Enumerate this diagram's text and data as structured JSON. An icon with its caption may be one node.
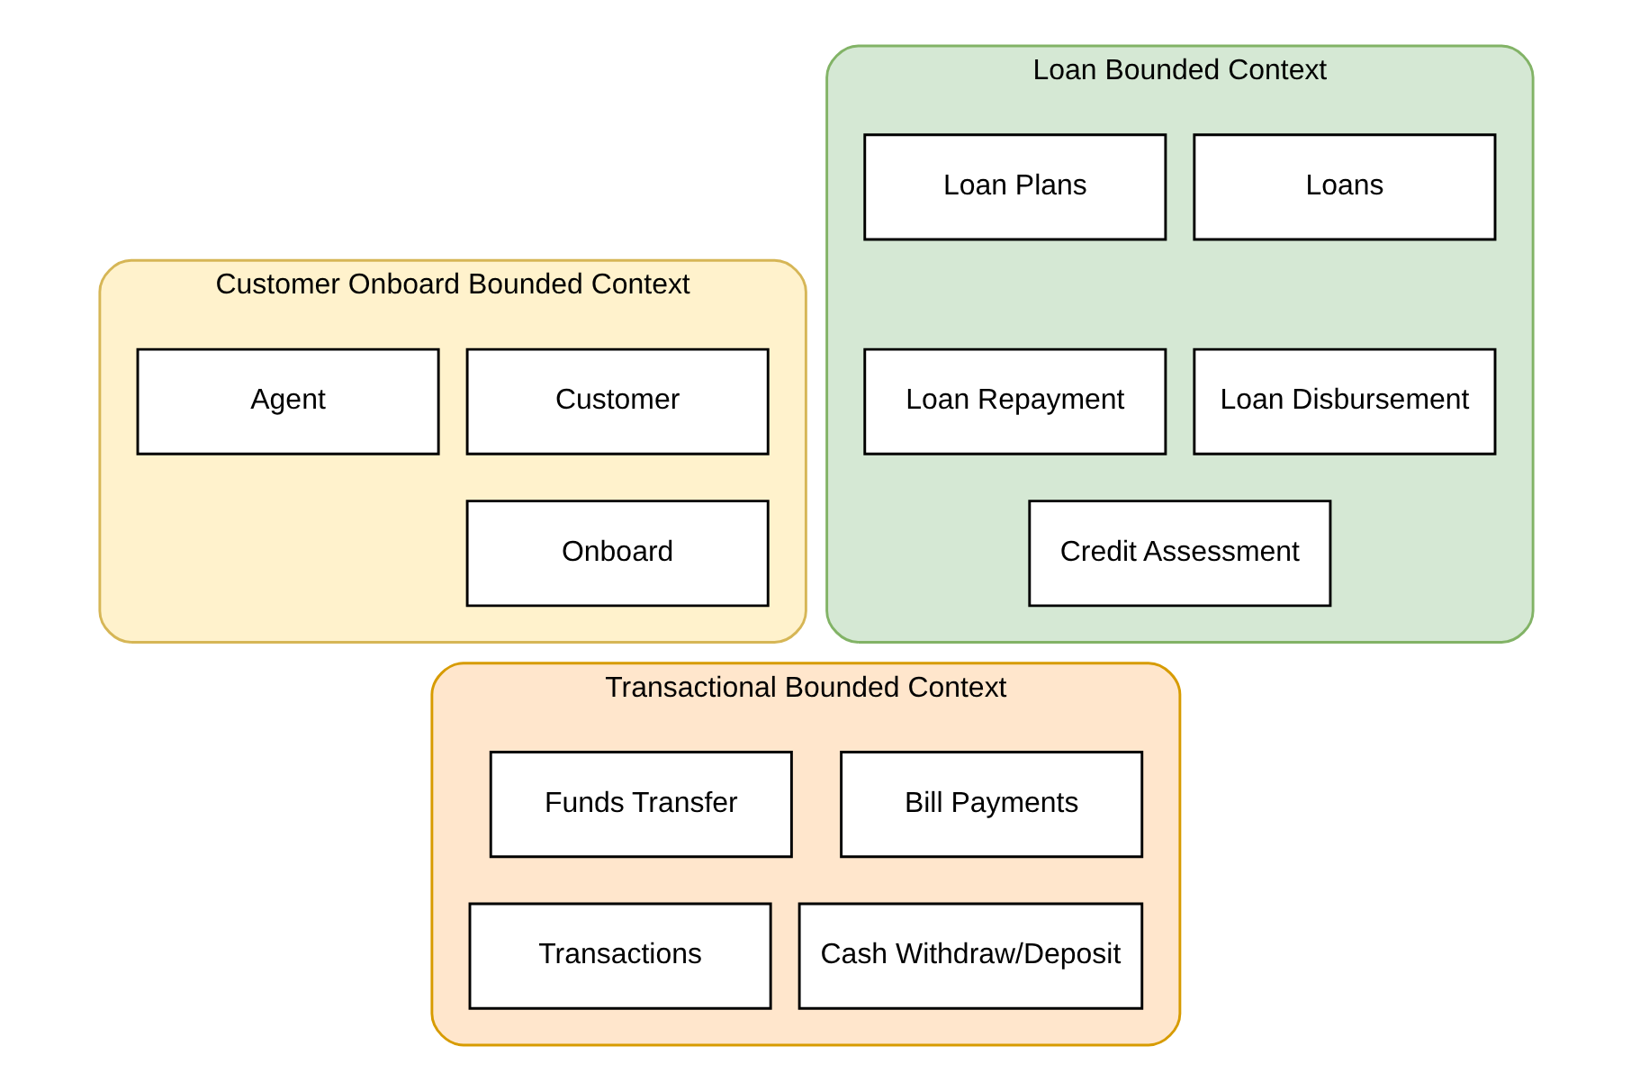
{
  "diagram": {
    "nodes": [
      {
        "text": [
          "Customer Onboard Bounded Context"
        ]
      },
      {
        "text": [
          "Customer"
        ],
        "in": 0
      },
      {
        "text": [
          "Agent"
        ],
        "in": 0
      },
      {
        "text": [
          "Onboard"
        ],
        "in": 0
      },
      {
        "text": [
          "Loan Bounded Context"
        ]
      },
      {
        "text": [
          "Loans"
        ],
        "in": 4
      },
      {
        "text": [
          "Loan Plans"
        ],
        "in": 4
      },
      {
        "text": [
          "Loan Disbursement"
        ],
        "in": 4
      },
      {
        "text": [
          "Loan Repayment"
        ],
        "in": 4
      },
      {
        "text": [
          "Credit Assessment"
        ],
        "in": 4
      },
      {
        "text": [
          "Transactional Bounded Context"
        ]
      },
      {
        "text": [
          "Funds Transfer"
        ],
        "in": 10
      },
      {
        "text": [
          "Bill Payments"
        ],
        "in": 10
      },
      {
        "text": [
          "Cash Withdraw/Deposit"
        ],
        "in": 10
      },
      {
        "text": [
          "Transactions"
        ],
        "in": 10
      }
    ],
    "edges": []
  }
}
